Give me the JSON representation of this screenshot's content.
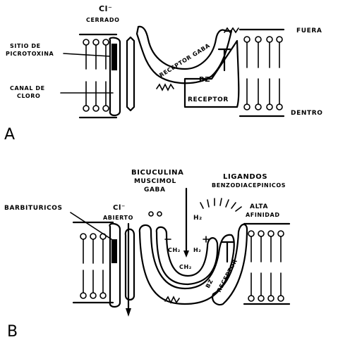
{
  "panel_a": {
    "letter": "A",
    "cl_ion": "Cl⁻",
    "cl_state": "CERRADO",
    "site_line1": "SITIO DE",
    "site_line2": "PICROTOXINA",
    "channel_line1": "CANAL DE",
    "channel_line2": "CLORO",
    "outside": "FUERA",
    "inside": "DENTRO",
    "gaba_receptor": "RECEPTOR GABA",
    "bz": "BZ",
    "bz_receptor": "RECEPTOR"
  },
  "panel_b": {
    "letter": "B",
    "barbiturates": "BARBITURICOS",
    "cl_ion": "Cl⁻",
    "cl_state": "ABIERTO",
    "agonist_1": "BICUCULINA",
    "agonist_2": "MUSCIMOL",
    "agonist_3": "GABA",
    "ligands_line1": "LIGANDOS",
    "ligands_line2": "BENZODIACEPINICOS",
    "affinity_line1": "ALTA",
    "affinity_line2": "AFINIDAD",
    "h2": "H₂",
    "ch2_left": "CH₂",
    "ch2_right": "H₂",
    "ch2_bottom": "CH₂",
    "receptor": "RECEPTOR",
    "bz": "BZ"
  }
}
